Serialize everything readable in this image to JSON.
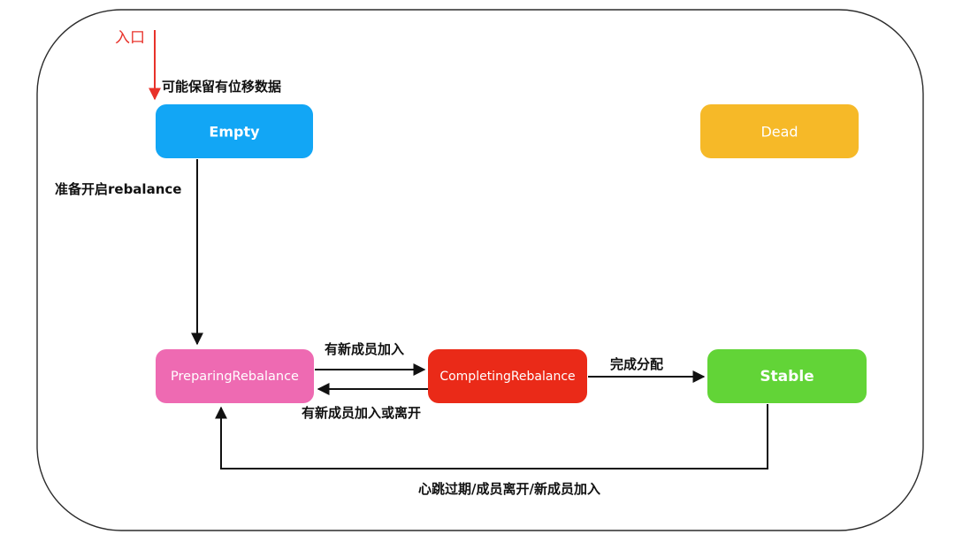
{
  "entry": {
    "label": "入口",
    "color": "#e8322a",
    "note": "可能保留有位移数据"
  },
  "states": {
    "empty": {
      "label": "Empty",
      "color": "#12a6f5"
    },
    "dead": {
      "label": "Dead",
      "color": "#f6b928"
    },
    "preparing": {
      "label": "PreparingRebalance",
      "color": "#ee6ab2"
    },
    "completing": {
      "label": "CompletingRebalance",
      "color": "#ea2a18"
    },
    "stable": {
      "label": "Stable",
      "color": "#62d437"
    }
  },
  "transitions": {
    "empty_to_preparing": "准备开启rebalance",
    "preparing_to_completing": "有新成员加入",
    "completing_to_preparing": "有新成员加入或离开",
    "completing_to_stable": "完成分配",
    "stable_to_preparing": "心跳过期/成员离开/新成员加入"
  }
}
